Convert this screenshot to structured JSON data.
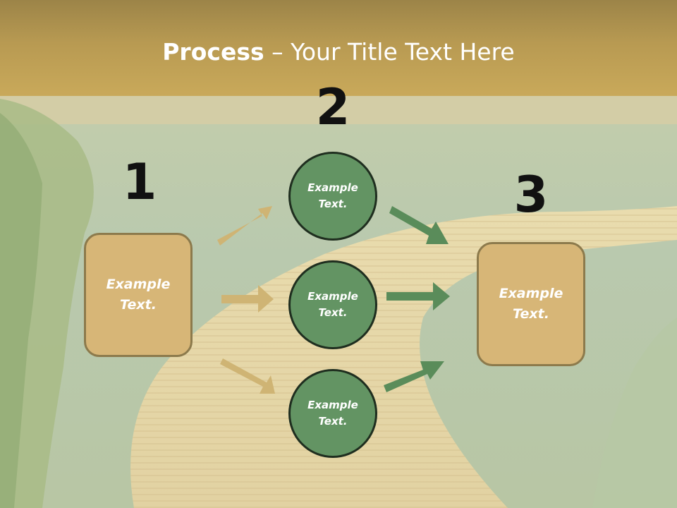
{
  "header": {
    "title_bold": "Process",
    "title_rest": " – Your Title Text Here"
  },
  "steps": {
    "one": "1",
    "two": "2",
    "three": "3"
  },
  "left_box": {
    "text": "Example\nText."
  },
  "circles": [
    {
      "text": "Example\nText."
    },
    {
      "text": "Example\nText."
    },
    {
      "text": "Example\nText."
    }
  ],
  "right_box": {
    "text": "Example\nText."
  },
  "colors": {
    "header": "#b89a52",
    "box_fill": "#d7b677",
    "circle_fill": "#639463",
    "tan_arrow": "#cfb474",
    "green_arrow": "#5a8c5a"
  }
}
